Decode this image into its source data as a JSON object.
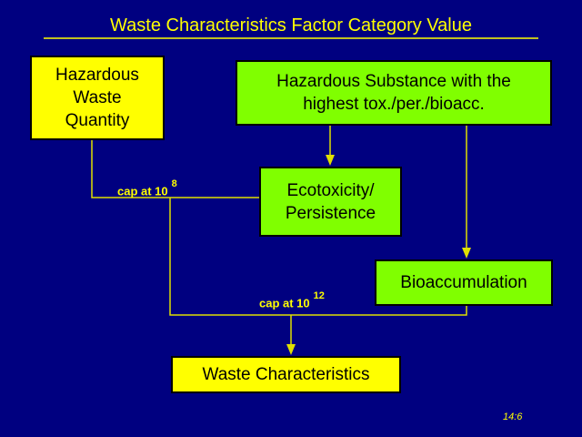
{
  "title": "Waste Characteristics Factor Category Value",
  "boxes": {
    "hazardous_waste_quantity": "Hazardous\nWaste\nQuantity",
    "hazardous_substance": "Hazardous Substance with the\nhighest tox./per./bioacc.",
    "ecotoxicity": "Ecotoxicity/\nPersistence",
    "bioaccumulation": "Bioaccumulation",
    "waste_characteristics": "Waste Characteristics"
  },
  "labels": {
    "cap1_text": "cap at 10",
    "cap1_exp": "8",
    "cap2_text": "cap at 10",
    "cap2_exp": "12"
  },
  "page_number": "14:6",
  "colors": {
    "background": "#000080",
    "yellow": "#ffff00",
    "green": "#80ff00"
  }
}
